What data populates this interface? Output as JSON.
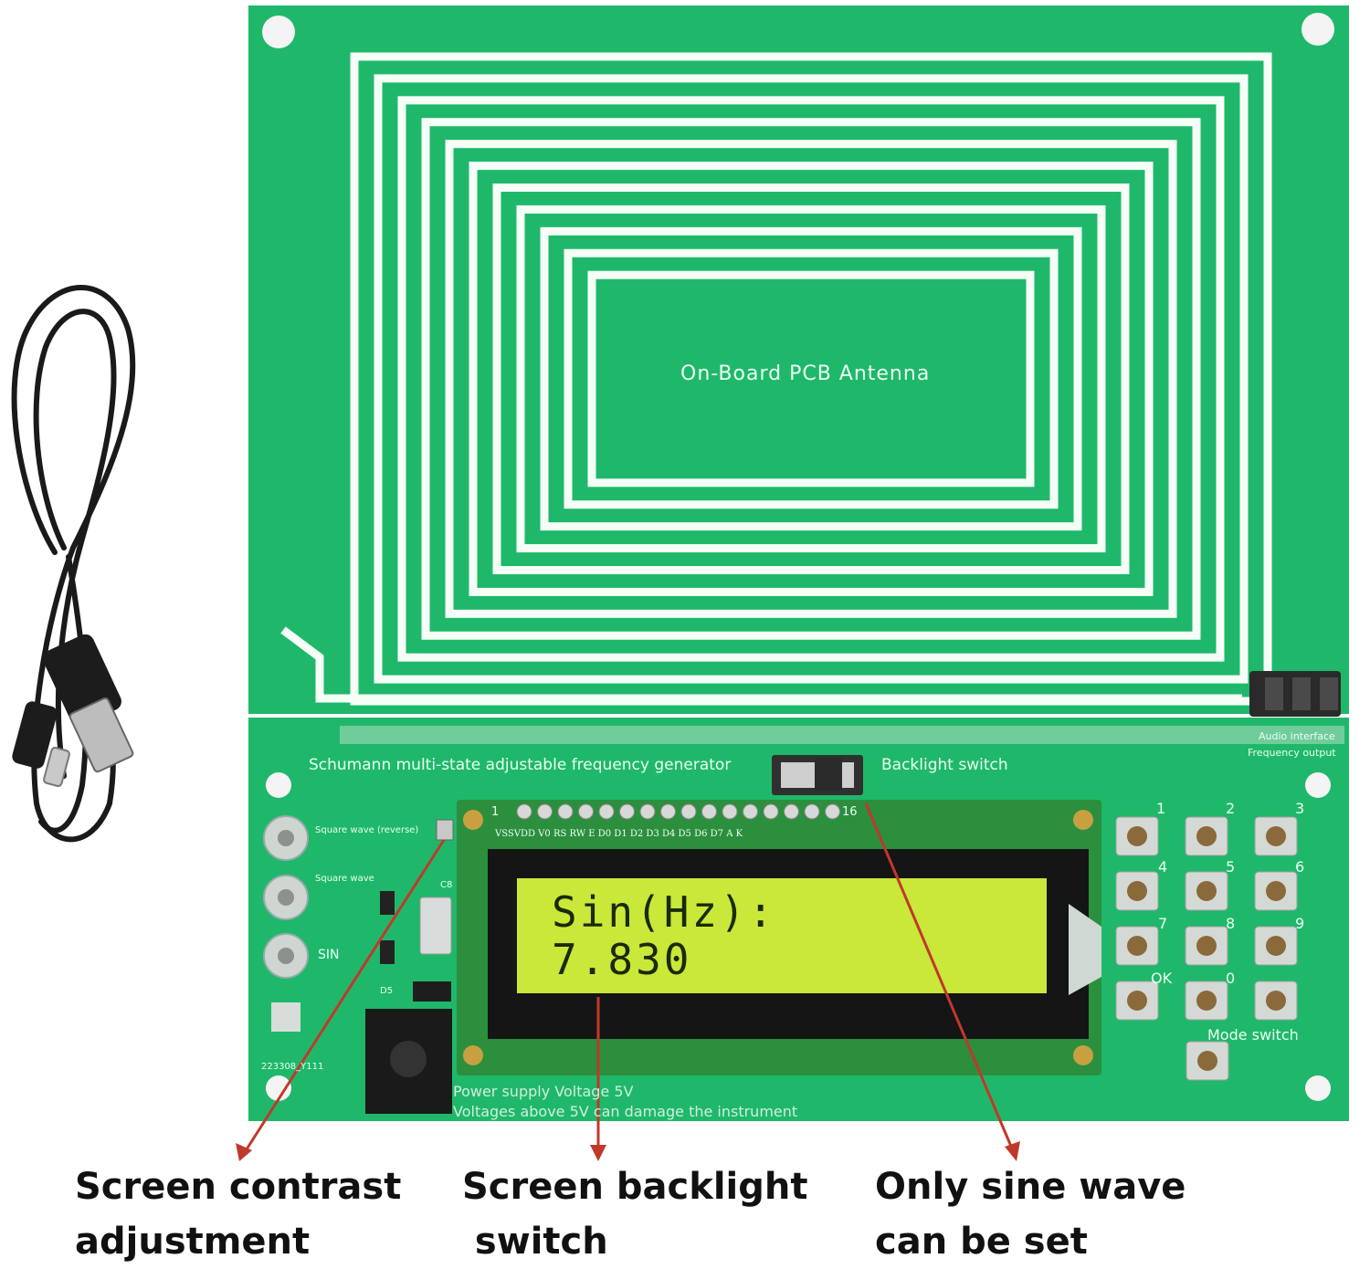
{
  "board": {
    "antenna_label": "On-Board PCB Antenna",
    "title": "Schumann multi-state adjustable frequency generator",
    "backlight_label": "Backlight switch",
    "audio_label_1": "Audio interface",
    "audio_label_2": "Frequency output",
    "out_square_rev": "Square wave (reverse)",
    "out_square": "Square wave",
    "out_sin": "SIN",
    "pin_row": "VSSVDD V0 RS RW  E  D0 D1 D2 D3 D4 D5 D6 D7  A  K",
    "pin_first": "1",
    "pin_last": "16",
    "cap_label": "C8",
    "diode_label": "D5",
    "board_code": "223308_Y111",
    "power_line_1": "Power supply Voltage 5V",
    "power_line_2": "Voltages above 5V can damage the instrument",
    "mode_switch_label": "Mode switch",
    "keys": [
      "1",
      "2",
      "3",
      "4",
      "5",
      "6",
      "7",
      "8",
      "9",
      "OK",
      "0",
      ""
    ]
  },
  "lcd": {
    "line1": "Sin(Hz):",
    "line2": "7.830"
  },
  "captions": {
    "contrast_1": "Screen contrast",
    "contrast_2": "adjustment",
    "backlight_1": "Screen backlight",
    "backlight_2": " switch",
    "sine_1": "Only sine wave",
    "sine_2": "can be set"
  },
  "colors": {
    "pcb": "#1fb86a",
    "lcd_backlight": "#c9e83a",
    "arrow": "#c0392b"
  }
}
